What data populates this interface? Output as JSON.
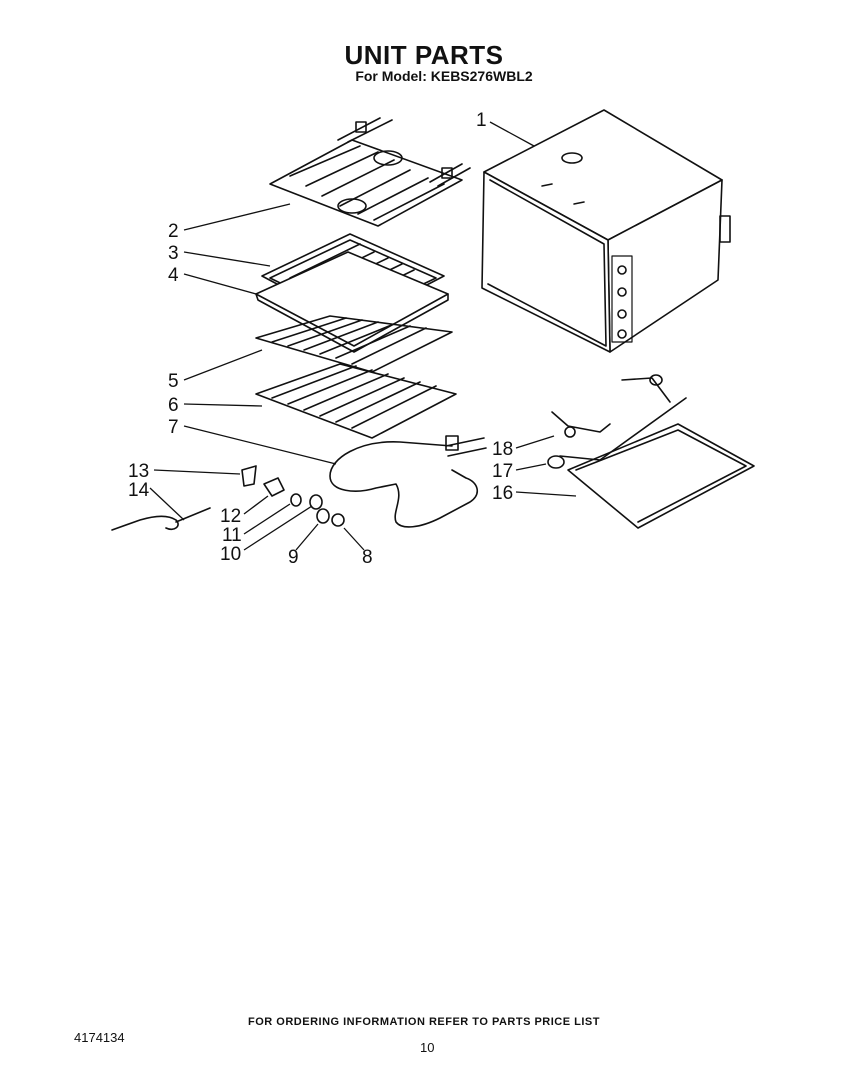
{
  "header": {
    "title": "UNIT PARTS",
    "model_line": "For Model: KEBS276WBL2"
  },
  "callouts": [
    "1",
    "2",
    "3",
    "4",
    "5",
    "6",
    "7",
    "8",
    "9",
    "10",
    "11",
    "12",
    "13",
    "14",
    "16",
    "17",
    "18"
  ],
  "footer": {
    "ordering_note": "FOR ORDERING INFORMATION REFER TO PARTS PRICE LIST",
    "doc_number": "4174134",
    "page_number": "10"
  }
}
